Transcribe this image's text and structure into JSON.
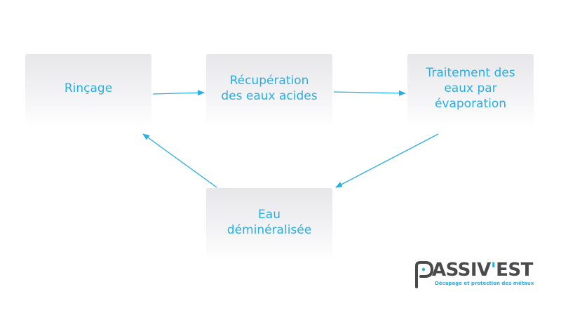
{
  "diagram": {
    "nodes": {
      "rincage": "Rinçage",
      "recuperation": "Récupération\ndes eaux acides",
      "traitement": "Traitement des\neaux par\névaporation",
      "eau": "Eau\ndéminéralisée"
    },
    "colors": {
      "accent": "#29aee3",
      "node_fill": "#eeeef0"
    }
  },
  "logo": {
    "main": "ASSIV",
    "apostrophe": "'",
    "accent_part": "EST",
    "tagline": "Décapage et protection des métaux"
  }
}
